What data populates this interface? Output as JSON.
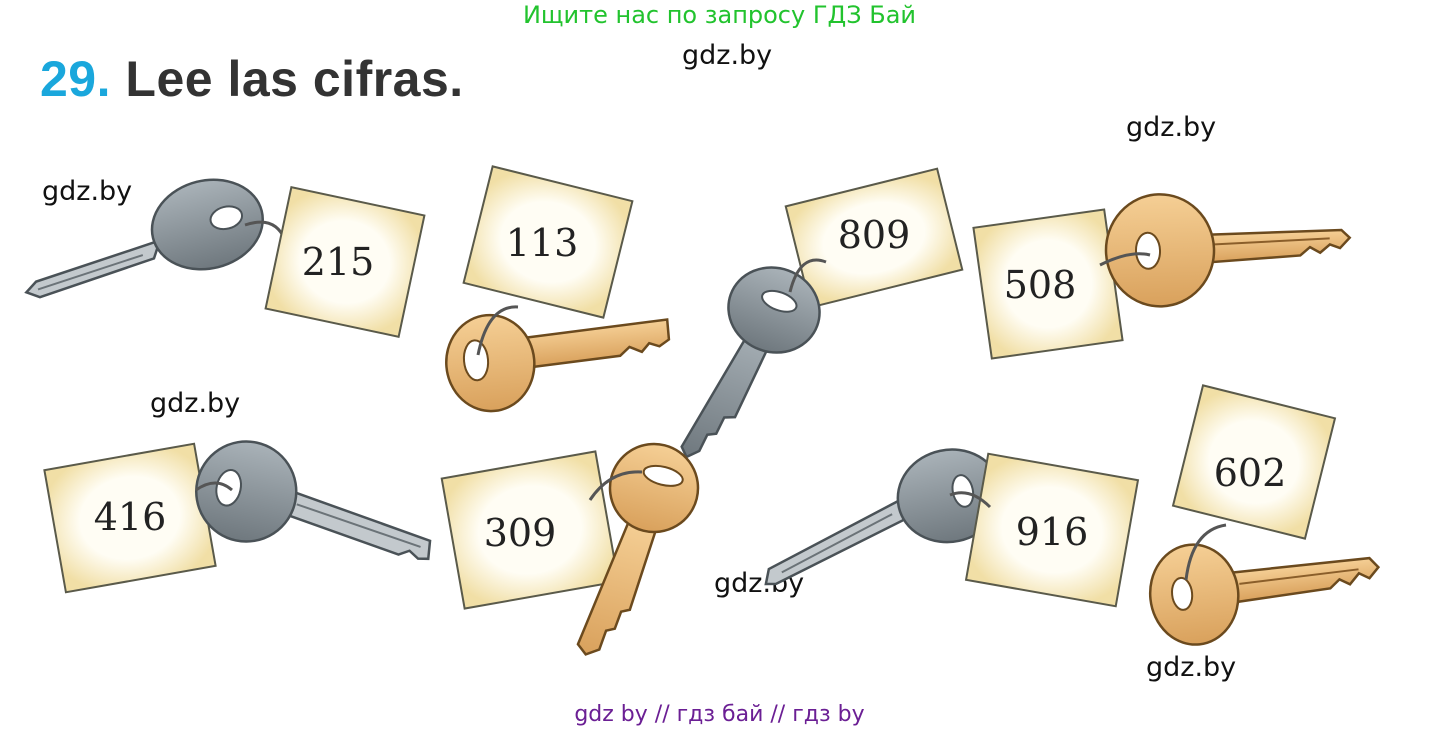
{
  "banner": "Ищите нас по запросу ГДЗ Бай",
  "title": {
    "number": "29.",
    "text": "Lee las cifras."
  },
  "watermarks": [
    "gdz.by",
    "gdz.by",
    "gdz.by",
    "gdz.by",
    "gdz.by",
    "gdz.by"
  ],
  "tags": [
    "215",
    "113",
    "809",
    "508",
    "416",
    "309",
    "916",
    "602"
  ],
  "footer": "gdz by  //  гдз бай  //  гдз by",
  "colors": {
    "key_gray": "#8b959c",
    "key_gray_dark": "#5d666c",
    "key_gold": "#e9b87a",
    "key_gold_dark": "#b98543",
    "tag_fill": "#fffdf4",
    "tag_edge": "#f1dfa6"
  }
}
